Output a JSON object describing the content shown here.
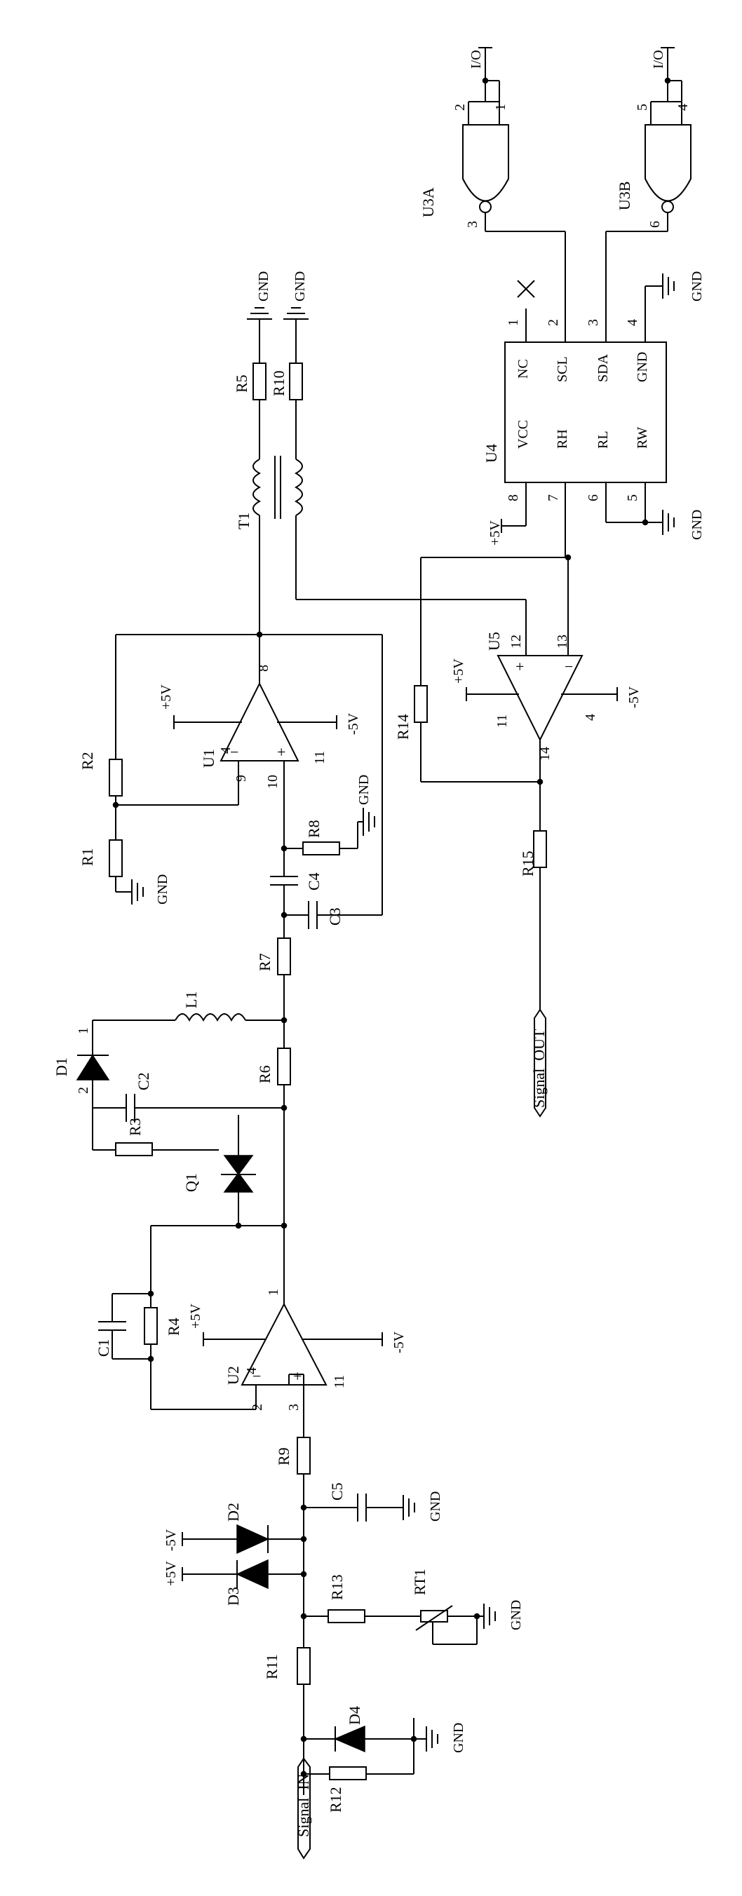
{
  "nets": {
    "gnd": "GND",
    "p5v": "+5V",
    "n5v": "-5V",
    "io": "I/O",
    "sig_in": "Signal_IN",
    "sig_out": "Signal_OUT"
  },
  "refs": {
    "U1": "U1",
    "U2": "U2",
    "U3A": "U3A",
    "U3B": "U3B",
    "U4": "U4",
    "U5": "U5",
    "Q1": "Q1",
    "T1": "T1",
    "L1": "L1",
    "RT1": "RT1",
    "D1": "D1",
    "D2": "D2",
    "D3": "D3",
    "D4": "D4",
    "C1": "C1",
    "C2": "C2",
    "C3": "C3",
    "C4": "C4",
    "C5": "C5",
    "R1": "R1",
    "R2": "R2",
    "R3": "R3",
    "R4": "R4",
    "R5": "R5",
    "R6": "R6",
    "R7": "R7",
    "R8": "R8",
    "R9": "R9",
    "R10": "R10",
    "R11": "R11",
    "R12": "R12",
    "R13": "R13",
    "R14": "R14",
    "R15": "R15"
  },
  "u4_pins": {
    "nc": "NC",
    "scl": "SCL",
    "sda": "SDA",
    "gnd": "GND",
    "vcc": "VCC",
    "rh": "RH",
    "rl": "RL",
    "rw": "RW"
  },
  "pin_numbers": {
    "u4": [
      "1",
      "2",
      "3",
      "4",
      "8",
      "7",
      "6",
      "5"
    ],
    "u5": [
      "12",
      "13",
      "11",
      "4",
      "14"
    ],
    "u1": [
      "8",
      "4",
      "9",
      "10",
      "11"
    ],
    "u2": [
      "1",
      "4",
      "2",
      "3",
      "11"
    ],
    "u3a": [
      "2",
      "1",
      "3"
    ],
    "u3b": [
      "5",
      "4",
      "6"
    ],
    "d1": [
      "1",
      "2"
    ],
    "signs": [
      "+",
      "−",
      "+",
      "−",
      "+",
      "−"
    ]
  }
}
